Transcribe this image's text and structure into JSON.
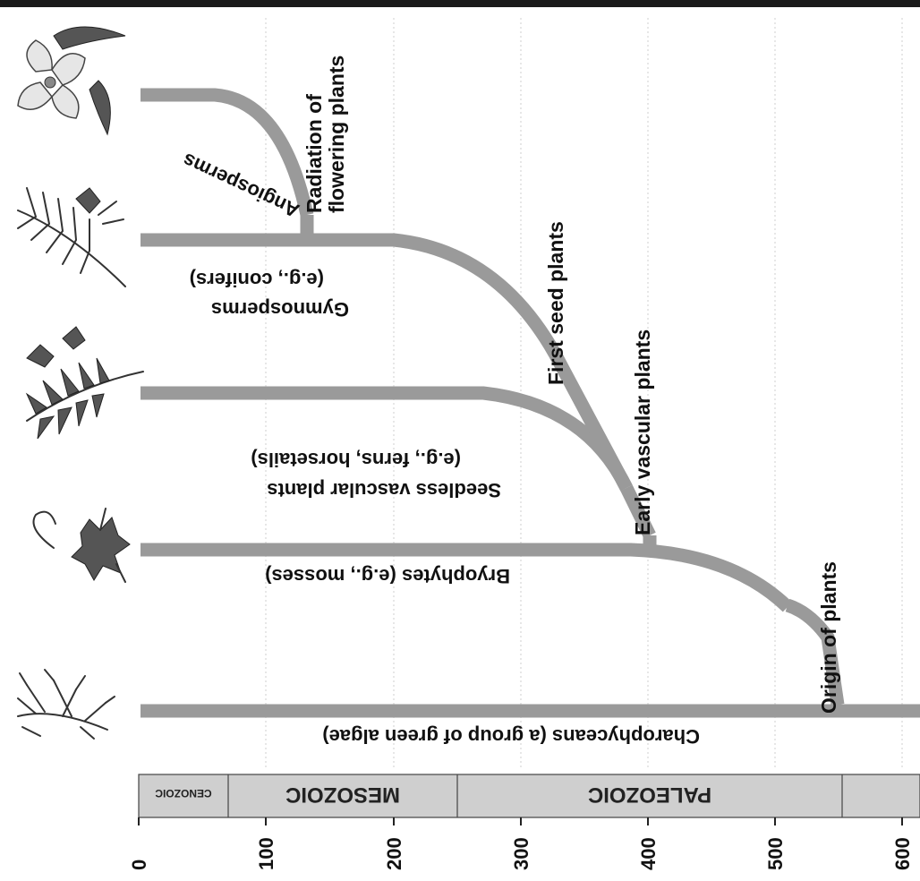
{
  "diagram": {
    "lineages": [
      {
        "id": "charophyceans",
        "label": "Charophyceans (a group of green algae)",
        "icon": "green-algae-icon"
      },
      {
        "id": "bryophytes",
        "label": "Bryophytes (e.g., mosses)",
        "icon": "moss-icon"
      },
      {
        "id": "seedless",
        "label_line1": "Seedless vascular plants",
        "label_line2": "(e.g., ferns, horsetails)",
        "icon": "fern-icon"
      },
      {
        "id": "gymnosperms",
        "label_line1": "Gymnosperms",
        "label_line2": "(e.g., conifers)",
        "icon": "conifer-icon"
      },
      {
        "id": "angiosperms",
        "label": "Angiosperms",
        "icon": "flower-icon"
      }
    ],
    "events": {
      "origin": "Origin of plants",
      "early_vascular": "Early vascular plants",
      "first_seed": "First seed plants",
      "radiation_line1": "Radiation of",
      "radiation_line2": "flowering plants"
    }
  },
  "timescale": {
    "eras": [
      "CENOZOIC",
      "MESOZOIC",
      "PALEOZOIC"
    ],
    "ticks": [
      "0",
      "100",
      "200",
      "300",
      "400",
      "500",
      "600"
    ]
  },
  "colors": {
    "lineage": "#9a9a9a",
    "era_fill": "#cfcfcf"
  }
}
